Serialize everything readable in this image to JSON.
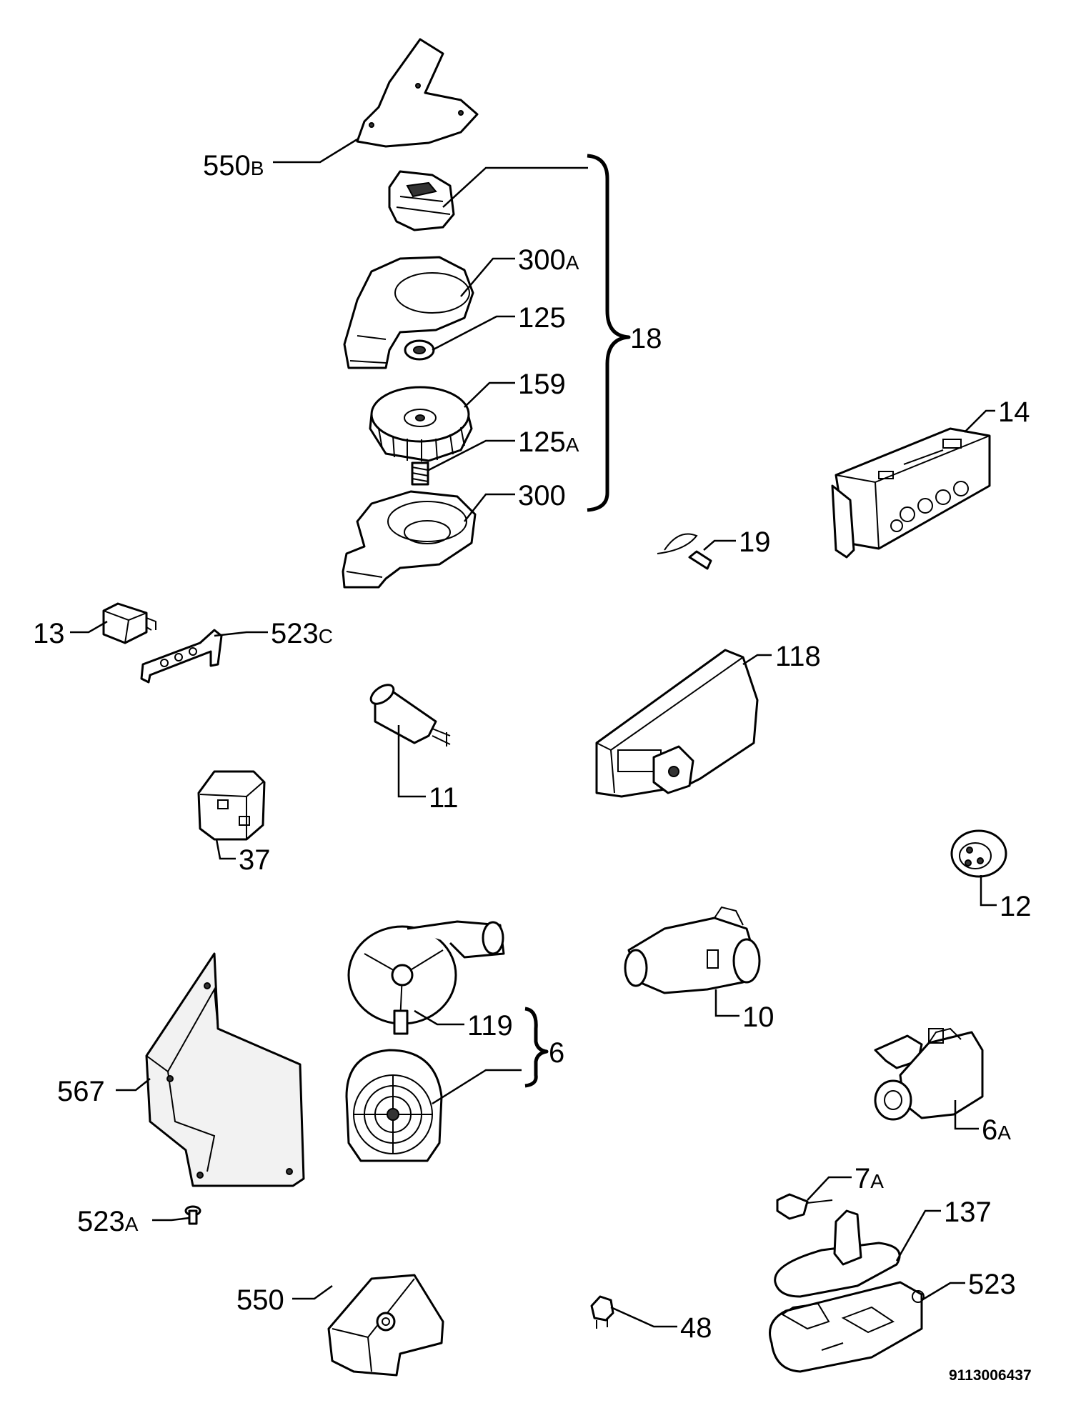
{
  "diagram": {
    "doc_number": "9113006437",
    "labels": {
      "l550b": {
        "main": "550",
        "suffix": "B"
      },
      "l300a": {
        "main": "300",
        "suffix": "A"
      },
      "l125": {
        "main": "125"
      },
      "l159": {
        "main": "159"
      },
      "l125a": {
        "main": "125",
        "suffix": "A"
      },
      "l300": {
        "main": "300"
      },
      "l18": {
        "main": "18"
      },
      "l14": {
        "main": "14"
      },
      "l19": {
        "main": "19"
      },
      "l13": {
        "main": "13"
      },
      "l523c": {
        "main": "523",
        "suffix": "C"
      },
      "l118": {
        "main": "118"
      },
      "l11": {
        "main": "11"
      },
      "l37": {
        "main": "37"
      },
      "l12": {
        "main": "12"
      },
      "l119": {
        "main": "119"
      },
      "l6": {
        "main": "6"
      },
      "l10": {
        "main": "10"
      },
      "l567": {
        "main": "567"
      },
      "l6a": {
        "main": "6",
        "suffix": "A"
      },
      "l7a": {
        "main": "7",
        "suffix": "A"
      },
      "l137": {
        "main": "137"
      },
      "l523a": {
        "main": "523",
        "suffix": "A"
      },
      "l523": {
        "main": "523"
      },
      "l550": {
        "main": "550"
      },
      "l48": {
        "main": "48"
      }
    }
  }
}
